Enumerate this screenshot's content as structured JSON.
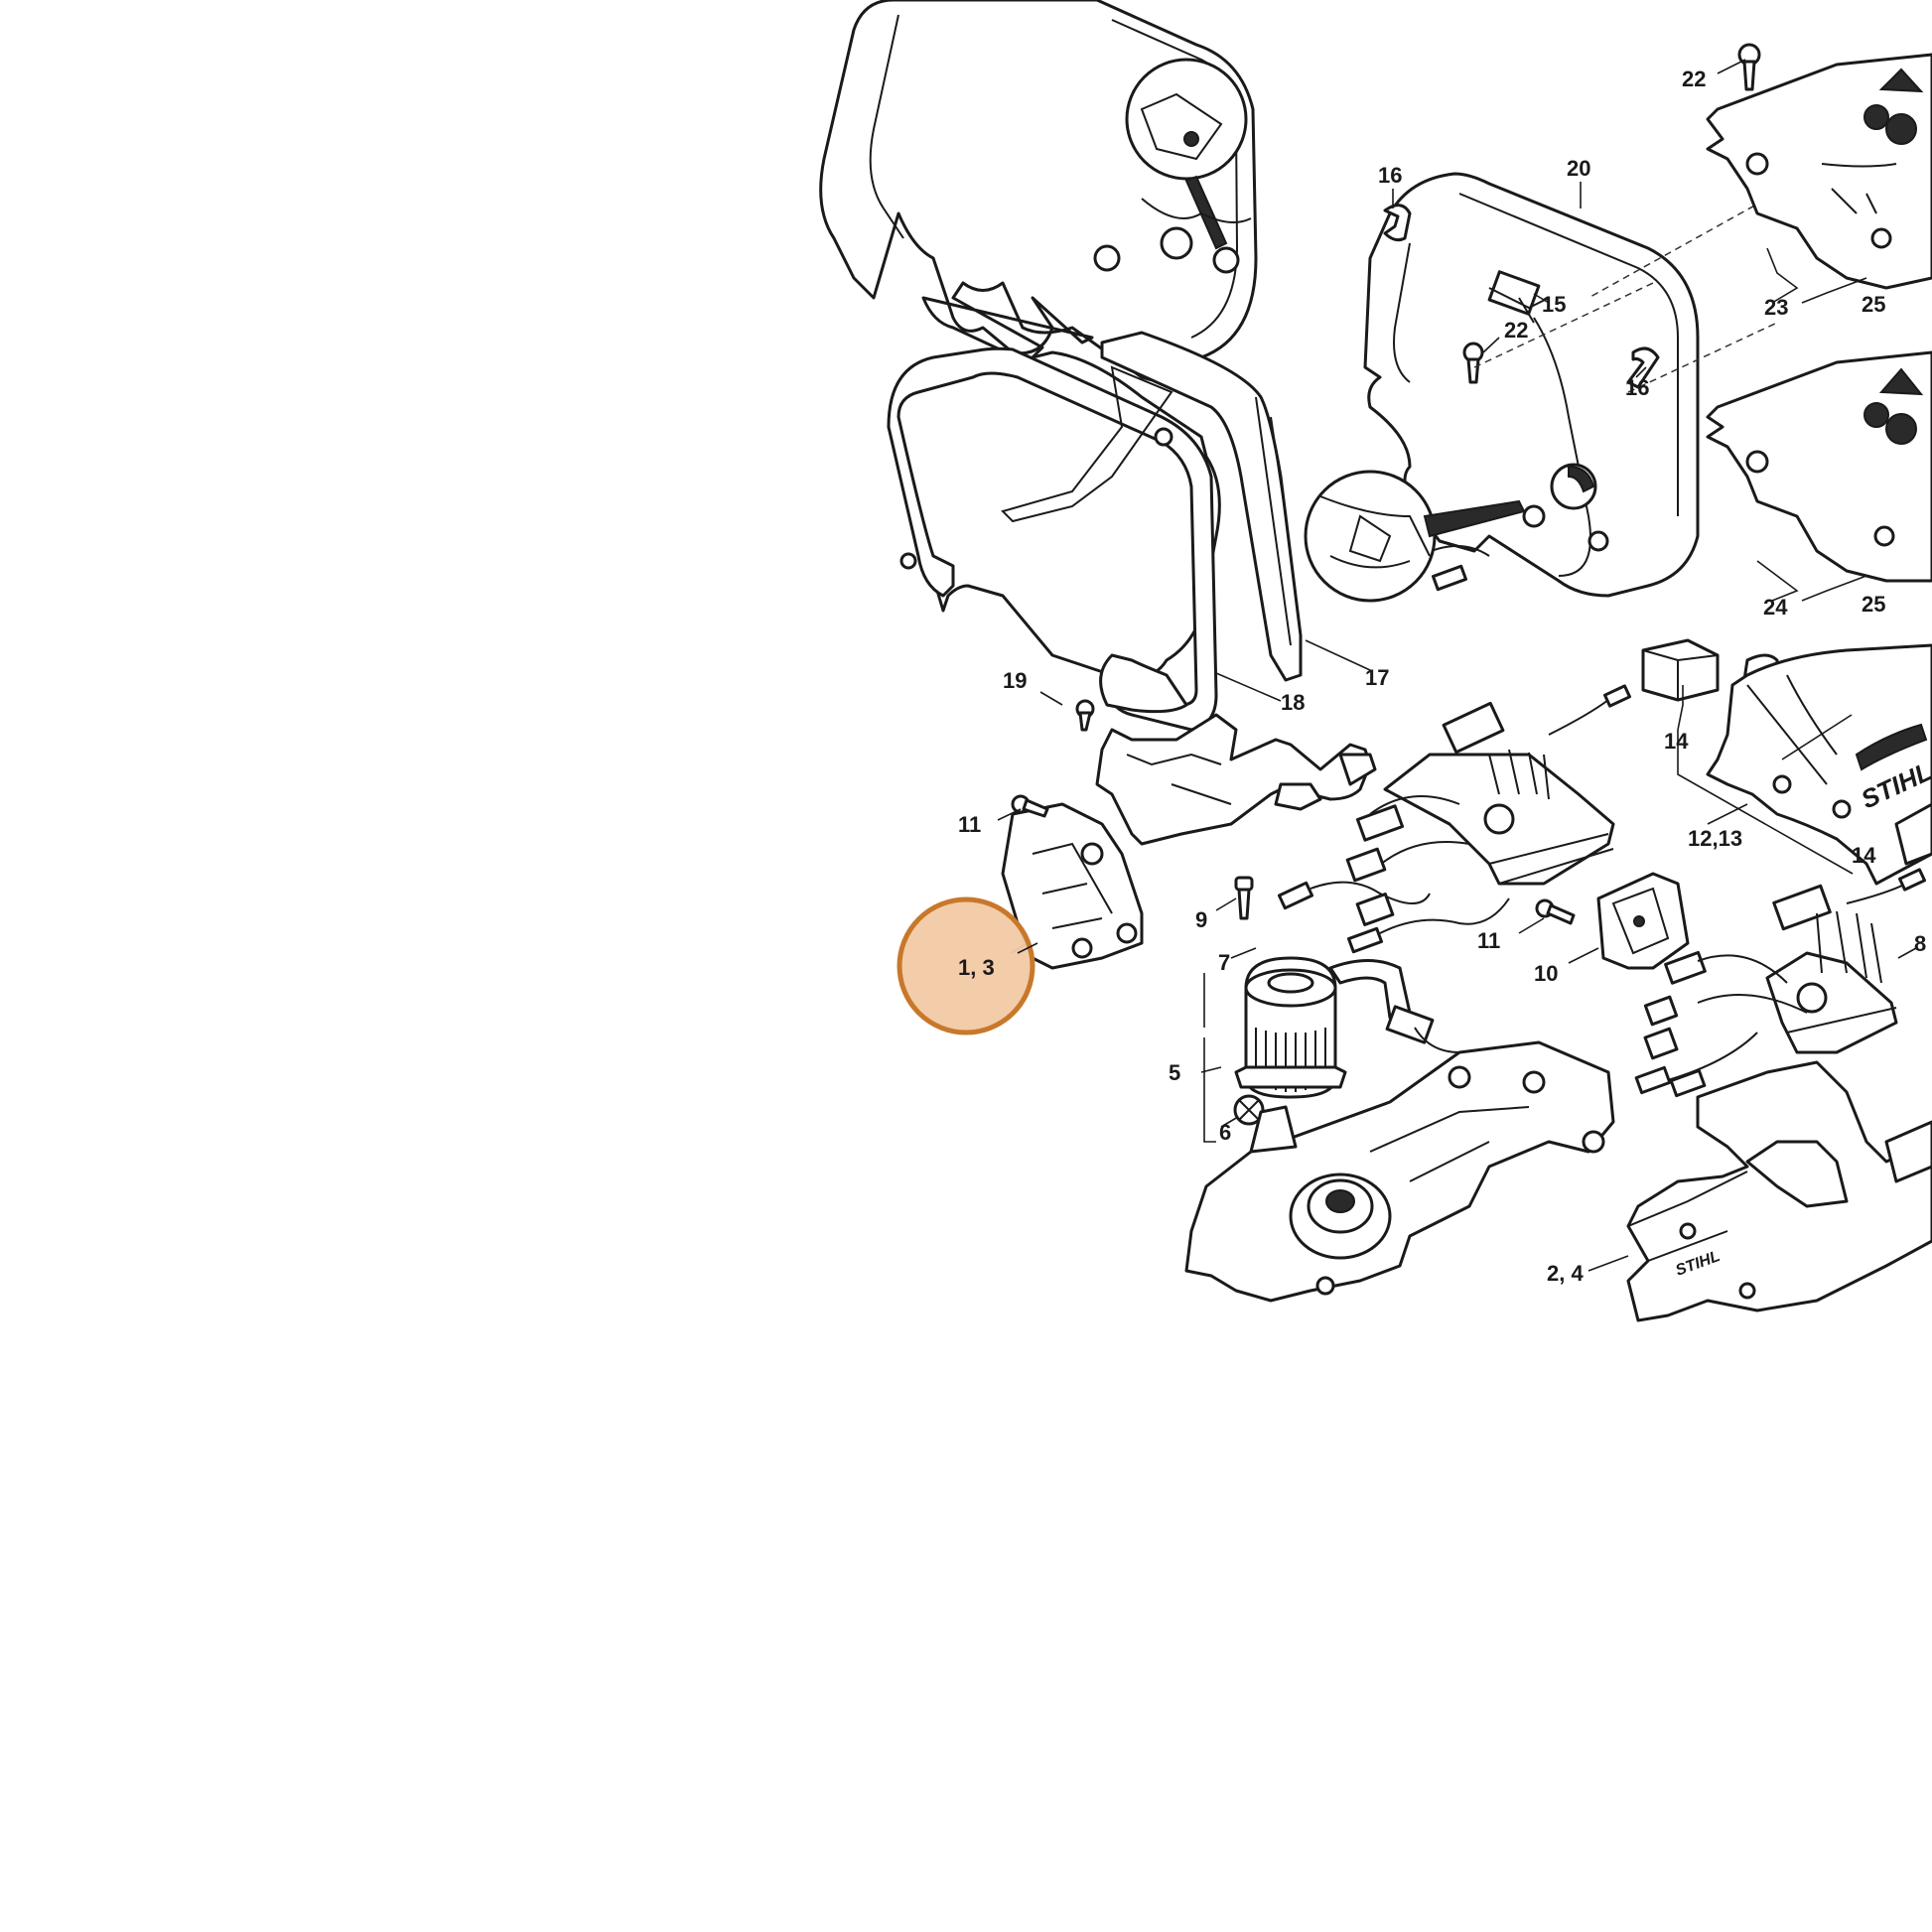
{
  "diagram": {
    "callouts": [
      {
        "id": "c22a",
        "label": "22"
      },
      {
        "id": "c16a",
        "label": "16"
      },
      {
        "id": "c20",
        "label": "20"
      },
      {
        "id": "c15",
        "label": "15"
      },
      {
        "id": "c22b",
        "label": "22"
      },
      {
        "id": "c16b",
        "label": "16"
      },
      {
        "id": "c23",
        "label": "23"
      },
      {
        "id": "c25a",
        "label": "25"
      },
      {
        "id": "c24",
        "label": "24"
      },
      {
        "id": "c25b",
        "label": "25"
      },
      {
        "id": "c17",
        "label": "17"
      },
      {
        "id": "c19",
        "label": "19"
      },
      {
        "id": "c18",
        "label": "18"
      },
      {
        "id": "c14a",
        "label": "14"
      },
      {
        "id": "c11a",
        "label": "11"
      },
      {
        "id": "c12_13",
        "label": "12,13"
      },
      {
        "id": "c14b",
        "label": "14"
      },
      {
        "id": "c9",
        "label": "9"
      },
      {
        "id": "c11b",
        "label": "11"
      },
      {
        "id": "c1_3",
        "label": "1, 3"
      },
      {
        "id": "c7",
        "label": "7"
      },
      {
        "id": "c10",
        "label": "10"
      },
      {
        "id": "c8",
        "label": "8"
      },
      {
        "id": "c5",
        "label": "5"
      },
      {
        "id": "c6",
        "label": "6"
      },
      {
        "id": "c2_4",
        "label": "2, 4"
      }
    ],
    "highlight": {
      "callout": "1, 3",
      "fill": "#f2c9a4",
      "stroke": "#c8782a"
    },
    "brand_logo": "STIHL"
  }
}
